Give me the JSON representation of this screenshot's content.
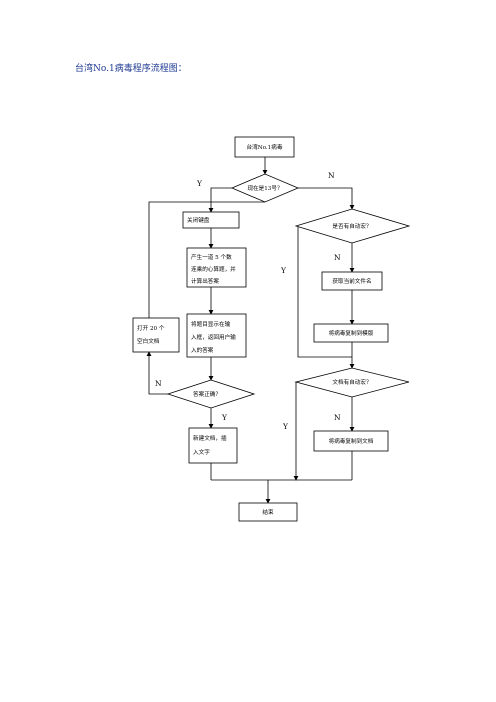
{
  "title": "台湾No.1病毒程序流程图：",
  "nodes": {
    "start": "台湾No.1病毒",
    "date_check": "现在是13号？",
    "close_keyboard": "关闭键盘",
    "generate_q": [
      "产生一道 5 个数",
      "连乘的心算题，并",
      "计算出答案"
    ],
    "show_q": [
      "将题目显示在输",
      "入框，返回用户输",
      "入的答案"
    ],
    "answer_check": "答案正确？",
    "open_docs": [
      "打开 20 个",
      "空白文档"
    ],
    "new_doc": [
      "新建文档，插",
      "入文字"
    ],
    "has_autoopen": "是否有自动宏？",
    "get_filename": "获取当前文件名",
    "copy_template": "将病毒复制到模版",
    "doc_autoopen": "文档有自动宏？",
    "copy_doc": "将病毒复制到文档",
    "end": "结束"
  },
  "branch_labels": {
    "date_yes": "Y",
    "date_no": "N",
    "autoopen_no": "N",
    "autoopen_yes": "Y",
    "answer_no": "N",
    "answer_yes": "Y",
    "doc_autoopen_no": "N",
    "doc_autoopen_yes": "Y"
  }
}
